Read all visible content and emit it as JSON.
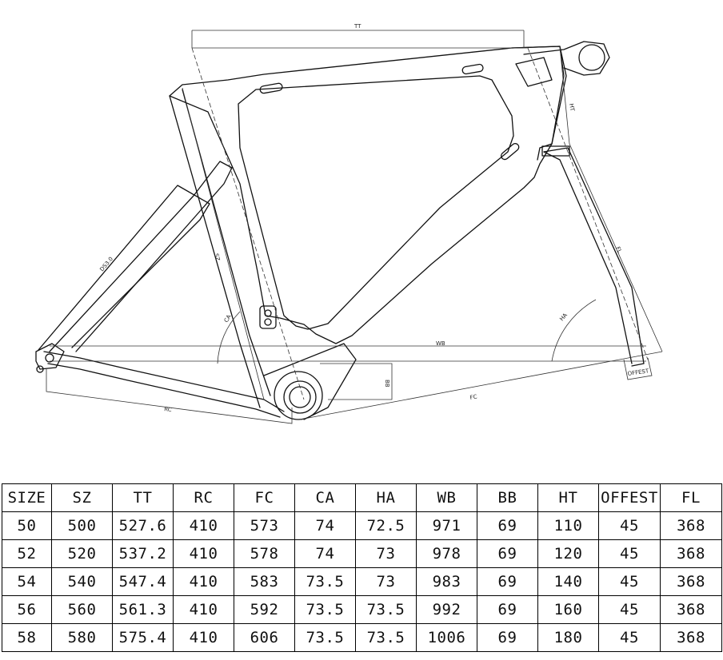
{
  "diagram": {
    "dimension_labels": {
      "tt": "TT",
      "ht": "HT",
      "fl": "FL",
      "sz": "SZ",
      "rc": "RC",
      "fc": "FC",
      "wb": "WB",
      "bb": "BB",
      "ca": "CA",
      "ha": "HA",
      "offest": "OFFEST",
      "ds": "DS3.0"
    }
  },
  "table": {
    "headers": [
      "SIZE",
      "SZ",
      "TT",
      "RC",
      "FC",
      "CA",
      "HA",
      "WB",
      "BB",
      "HT",
      "OFFEST",
      "FL"
    ],
    "rows": [
      [
        "50",
        "500",
        "527.6",
        "410",
        "573",
        "74",
        "72.5",
        "971",
        "69",
        "110",
        "45",
        "368"
      ],
      [
        "52",
        "520",
        "537.2",
        "410",
        "578",
        "74",
        "73",
        "978",
        "69",
        "120",
        "45",
        "368"
      ],
      [
        "54",
        "540",
        "547.4",
        "410",
        "583",
        "73.5",
        "73",
        "983",
        "69",
        "140",
        "45",
        "368"
      ],
      [
        "56",
        "560",
        "561.3",
        "410",
        "592",
        "73.5",
        "73.5",
        "992",
        "69",
        "160",
        "45",
        "368"
      ],
      [
        "58",
        "580",
        "575.4",
        "410",
        "606",
        "73.5",
        "73.5",
        "1006",
        "69",
        "180",
        "45",
        "368"
      ]
    ]
  }
}
